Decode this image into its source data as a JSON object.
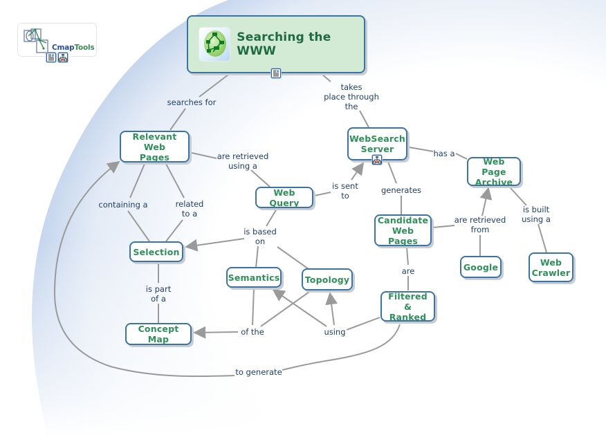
{
  "logo": {
    "brand_part1": "Cmap",
    "brand_part2": "Tools",
    "icons": [
      "document-resource-icon",
      "concept-map-resource-icon"
    ]
  },
  "map": {
    "title": "Searching the WWW",
    "root_icon": "concept-map-head-icon",
    "root_resource_icon": "document-resource-icon",
    "colors": {
      "concept_border": "#3a74a6",
      "concept_text": "#2f8f5a",
      "root_fill": "#d3ead5",
      "root_text": "#1e6b40",
      "link_text": "#1f3f66",
      "line": "#9a9a9a",
      "background_swoosh": "#b9cdea"
    },
    "concepts": [
      {
        "id": "relevant-web-pages",
        "label": "Relevant Web\nPages"
      },
      {
        "id": "websearch-server",
        "label": "WebSearch\nServer",
        "resource_icon": "concept-map-resource-icon"
      },
      {
        "id": "web-page-archive",
        "label": "Web Page\nArchive"
      },
      {
        "id": "web-query",
        "label": "Web Query"
      },
      {
        "id": "candidate-web-pages",
        "label": "Candidate\nWeb Pages"
      },
      {
        "id": "selection",
        "label": "Selection"
      },
      {
        "id": "semantics",
        "label": "Semantics"
      },
      {
        "id": "topology",
        "label": "Topology"
      },
      {
        "id": "google",
        "label": "Google"
      },
      {
        "id": "web-crawler",
        "label": "Web\nCrawler"
      },
      {
        "id": "filtered-ranked",
        "label": "Filtered &\nRanked"
      },
      {
        "id": "concept-map",
        "label": "Concept Map"
      }
    ],
    "linking_phrases": [
      {
        "id": "searches-for",
        "label": "searches for"
      },
      {
        "id": "takes-place-through-the",
        "label": "takes\nplace through\nthe"
      },
      {
        "id": "are-retrieved-using-a",
        "label": "are retrieved\nusing a"
      },
      {
        "id": "has-a",
        "label": "has a"
      },
      {
        "id": "is-sent-to",
        "label": "is sent\nto"
      },
      {
        "id": "generates",
        "label": "generates"
      },
      {
        "id": "containing-a",
        "label": "containing a"
      },
      {
        "id": "related-to-a",
        "label": "related\nto a"
      },
      {
        "id": "are-retrieved-from",
        "label": "are retrieved\nfrom"
      },
      {
        "id": "is-built-using-a",
        "label": "is built\nusing a"
      },
      {
        "id": "is-based-on",
        "label": "is based\non"
      },
      {
        "id": "is-part-of-a",
        "label": "is part\nof a"
      },
      {
        "id": "are",
        "label": "are"
      },
      {
        "id": "of-the",
        "label": "of the"
      },
      {
        "id": "using",
        "label": "using"
      },
      {
        "id": "to-generate",
        "label": "to generate"
      }
    ],
    "propositions": [
      [
        "Searching the WWW",
        "searches for",
        "Relevant Web Pages"
      ],
      [
        "Searching the WWW",
        "takes place through the",
        "WebSearch Server"
      ],
      [
        "Relevant Web Pages",
        "are retrieved using a",
        "Web Query"
      ],
      [
        "Web Query",
        "is sent to",
        "WebSearch Server"
      ],
      [
        "WebSearch Server",
        "has a",
        "Web Page Archive"
      ],
      [
        "WebSearch Server",
        "generates",
        "Candidate Web Pages"
      ],
      [
        "Candidate Web Pages",
        "are retrieved from",
        "Web Page Archive"
      ],
      [
        "Google",
        "are retrieved from",
        "Web Page Archive"
      ],
      [
        "Web Page Archive",
        "is built using a",
        "Web Crawler"
      ],
      [
        "Relevant Web Pages",
        "containing a",
        "Selection"
      ],
      [
        "Relevant Web Pages",
        "related to a",
        "Selection"
      ],
      [
        "Web Query",
        "is based on",
        "Selection"
      ],
      [
        "Web Query",
        "is based on",
        "Semantics"
      ],
      [
        "Web Query",
        "is based on",
        "Topology"
      ],
      [
        "Selection",
        "is part of a",
        "Concept Map"
      ],
      [
        "Semantics",
        "of the",
        "Concept Map"
      ],
      [
        "Topology",
        "of the",
        "Concept Map"
      ],
      [
        "Candidate Web Pages",
        "are",
        "Filtered & Ranked"
      ],
      [
        "Filtered & Ranked",
        "using",
        "Semantics"
      ],
      [
        "Filtered & Ranked",
        "using",
        "Topology"
      ],
      [
        "Filtered & Ranked",
        "to generate",
        "Relevant Web Pages"
      ]
    ]
  }
}
